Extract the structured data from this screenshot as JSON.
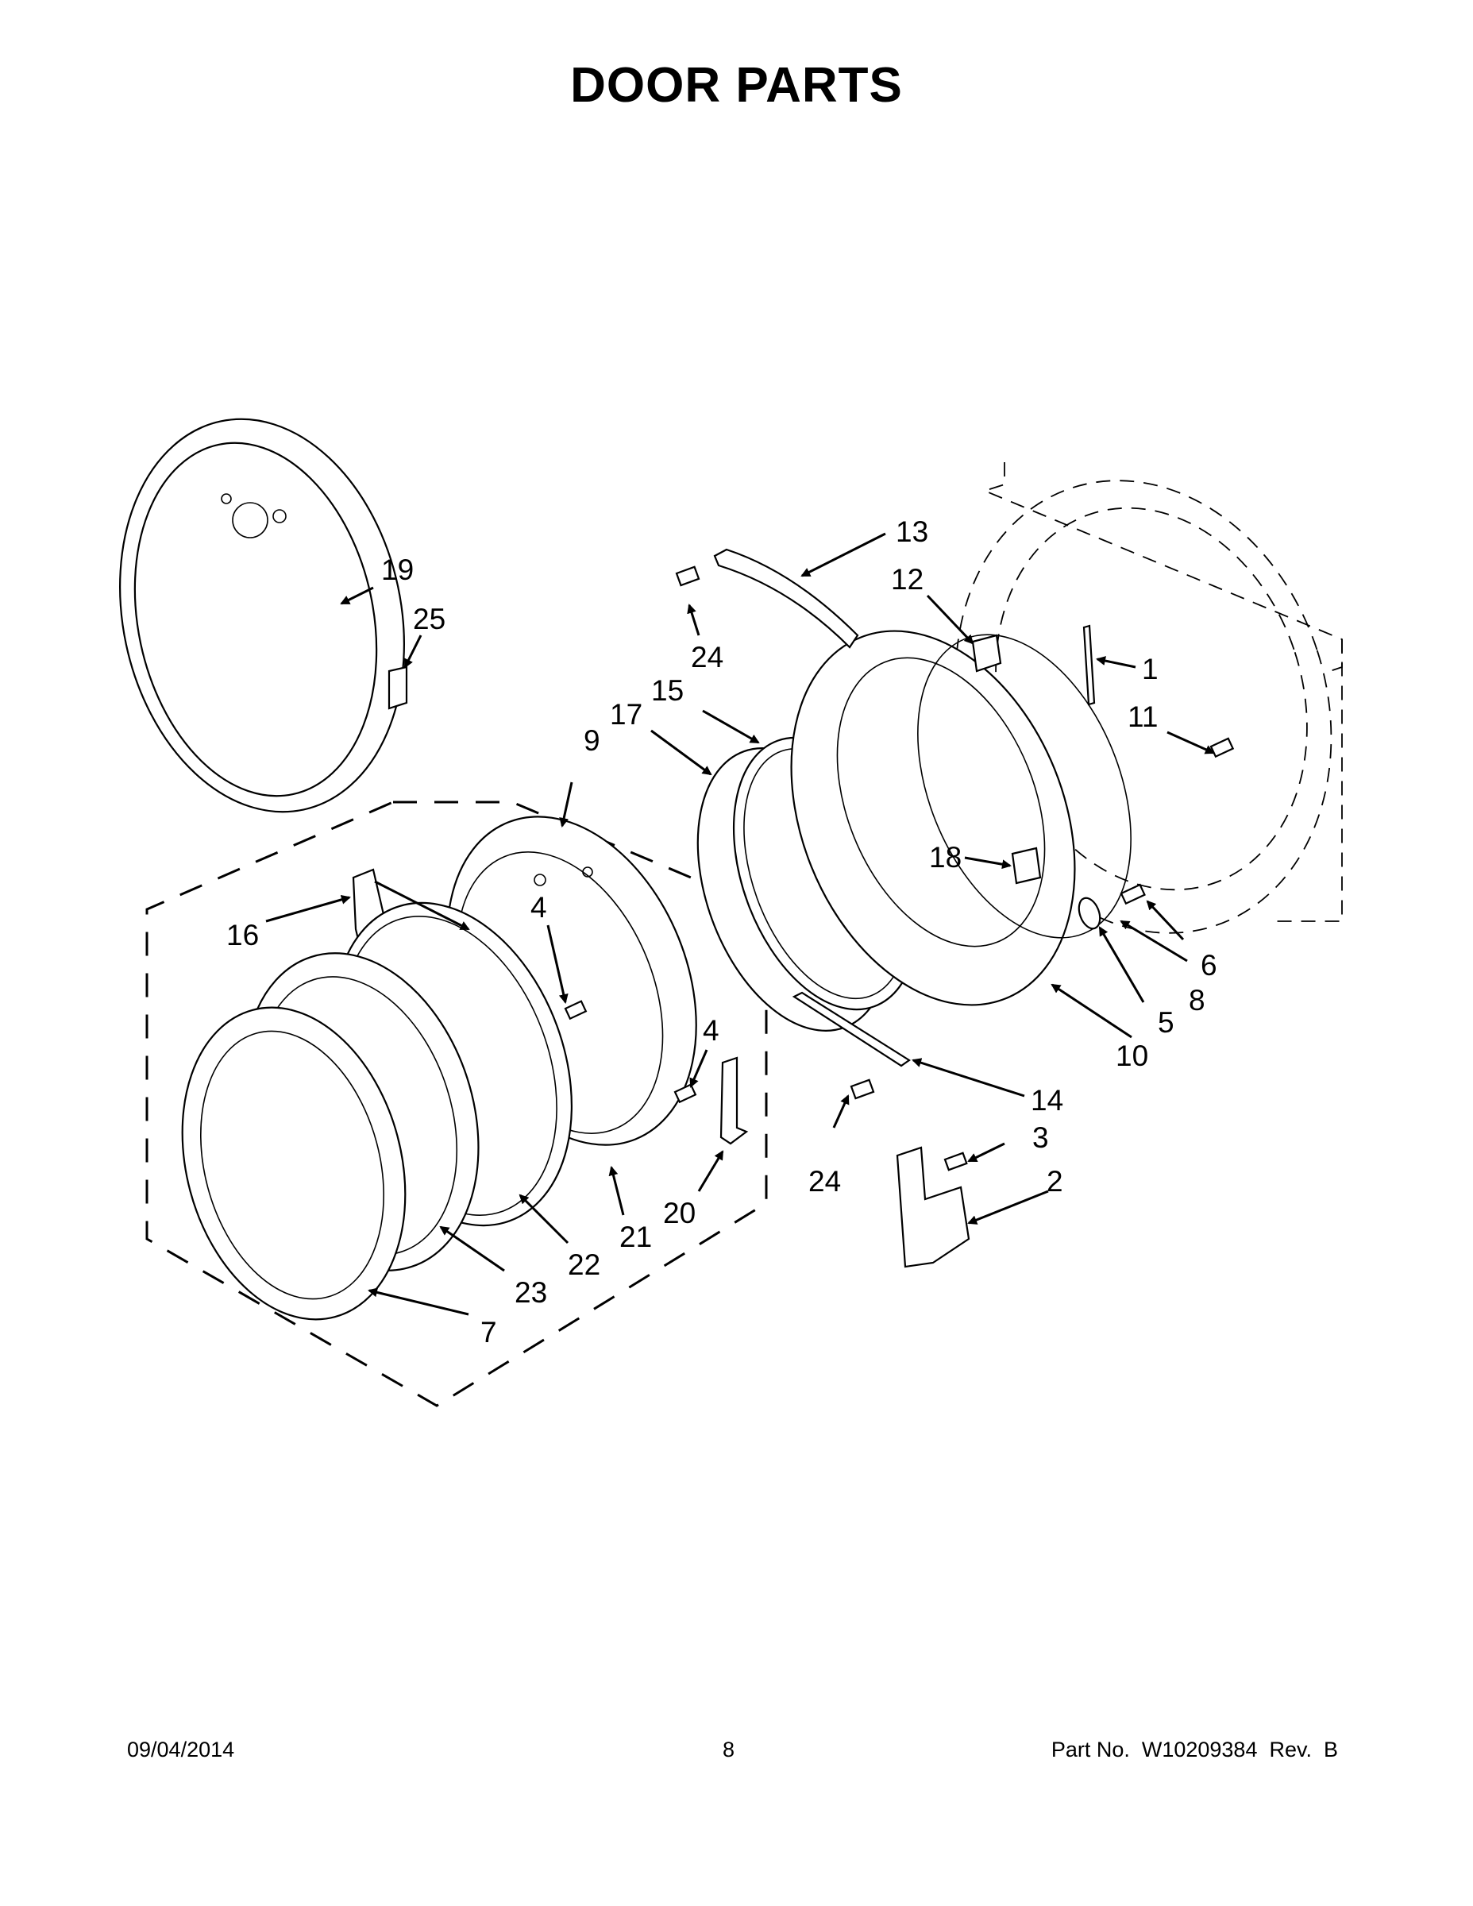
{
  "title": "DOOR PARTS",
  "callouts": [
    "1",
    "2",
    "3",
    "4",
    "4",
    "5",
    "6",
    "7",
    "8",
    "9",
    "10",
    "11",
    "12",
    "13",
    "14",
    "15",
    "16",
    "17",
    "18",
    "19",
    "20",
    "21",
    "22",
    "23",
    "24",
    "24",
    "25"
  ],
  "footer": {
    "date": "09/04/2014",
    "page": "8",
    "part_number": "Part No.  W10209384  Rev.  B"
  }
}
